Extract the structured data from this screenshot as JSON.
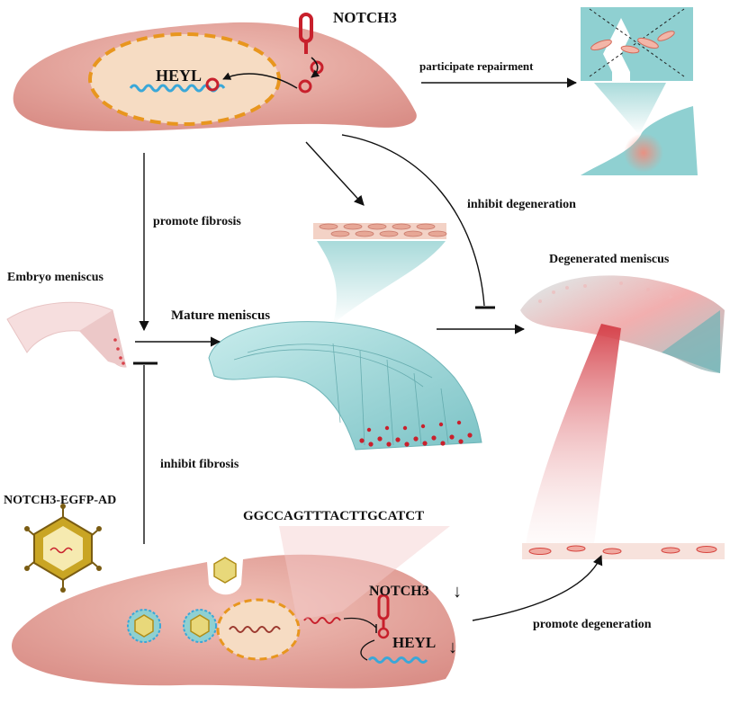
{
  "labels": {
    "notch3_top": "NOTCH3",
    "heyl_top": "HEYL",
    "participate_repairment": "participate repairment",
    "promote_fibrosis": "promote fibrosis",
    "inhibit_degeneration": "inhibit degeneration",
    "embryo_meniscus": "Embryo meniscus",
    "mature_meniscus": "Mature meniscus",
    "degenerated_meniscus": "Degenerated meniscus",
    "inhibit_fibrosis": "inhibit fibrosis",
    "notch3_egfp_ad": "NOTCH3-EGFP-AD",
    "sequence": "GGCCAGTTTACTTGCATCT",
    "notch3_bottom": "NOTCH3",
    "heyl_bottom": "HEYL",
    "promote_degeneration": "promote degeneration",
    "down_arrow_1": "↓",
    "down_arrow_2": "↓"
  },
  "colors": {
    "cell_fill": "#e3a39c",
    "nucleus_fill": "#f6dcc3",
    "nucleus_border": "#e8961e",
    "receptor_red": "#c8202c",
    "dna_blue": "#3aa7d8",
    "teal": "#8fd0d1",
    "degenerate_red": "#d9434b",
    "virus_gold": "#c9a524"
  }
}
